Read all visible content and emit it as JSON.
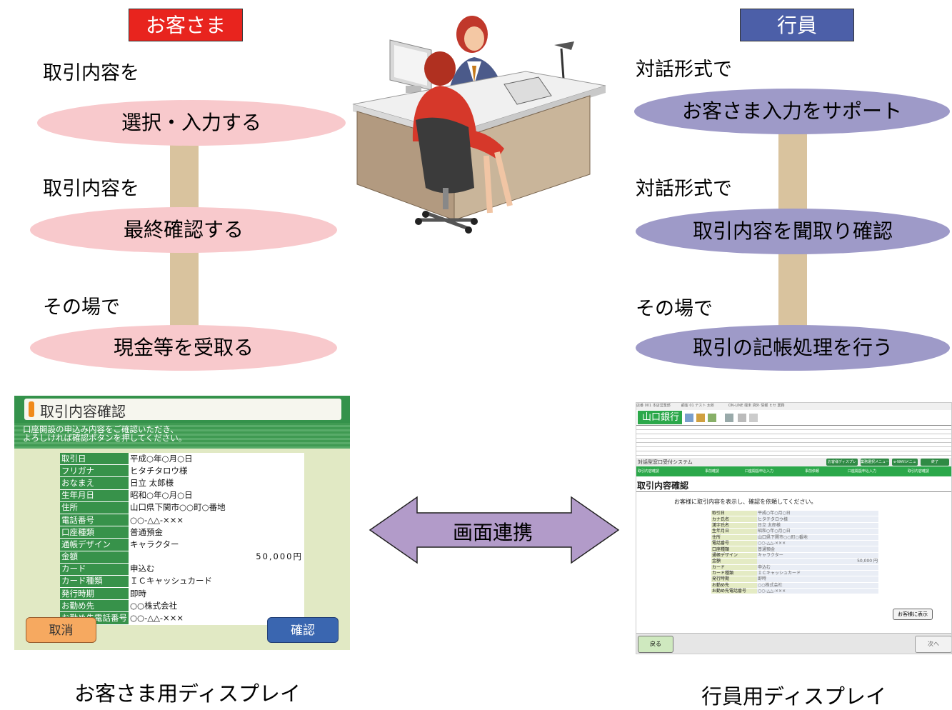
{
  "customer_col": {
    "header": "お客さま",
    "steps": [
      {
        "prefix": "取引内容を",
        "action": "選択・入力する"
      },
      {
        "prefix": "取引内容を",
        "action": "最終確認する"
      },
      {
        "prefix": "その場で",
        "action": "現金等を受取る"
      }
    ],
    "caption": "お客さま用ディスプレイ"
  },
  "staff_col": {
    "header": "行員",
    "steps": [
      {
        "prefix": "対話形式で",
        "action": "お客さま入力をサポート"
      },
      {
        "prefix": "対話形式で",
        "action": "取引内容を聞取り確認"
      },
      {
        "prefix": "その場で",
        "action": "取引の記帳処理を行う"
      }
    ],
    "caption": "行員用ディスプレイ"
  },
  "link_label": "画面連携",
  "customer_screen": {
    "title": "取引内容確認",
    "instruction_1": "口座開設の申込み内容をご確認いただき、",
    "instruction_2": "よろしければ確認ボタンを押してください。",
    "rows": [
      {
        "key": "取引日",
        "value": "平成○年○月○日"
      },
      {
        "key": "フリガナ",
        "value": "ヒタチタロウ様"
      },
      {
        "key": "おなまえ",
        "value": "日立 太郎様"
      },
      {
        "key": "生年月日",
        "value": "昭和○年○月○日"
      },
      {
        "key": "住所",
        "value": "山口県下関市○○町○番地"
      },
      {
        "key": "電話番号",
        "value": "○○-△△-×××"
      },
      {
        "key": "口座種類",
        "value": "普通預金"
      },
      {
        "key": "通帳デザイン",
        "value": "キャラクター"
      },
      {
        "key": "金額",
        "value": "50,000円"
      },
      {
        "key": "カード",
        "value": "申込む"
      },
      {
        "key": "カード種類",
        "value": "ＩＣキャッシュカード"
      },
      {
        "key": "発行時期",
        "value": "即時"
      },
      {
        "key": "お勤め先",
        "value": "○○株式会社"
      },
      {
        "key": "お勤め先電話番号",
        "value": "○○-△△-×××"
      }
    ],
    "cancel_label": "取消",
    "confirm_label": "確認"
  },
  "staff_screen": {
    "topbar": "店番 001 本店営業部　　　顧客 01 テスト 太郎　　　　ON-LINE 端末 貸外 情報 ヒセ 業務",
    "bank_name": "山口銀行",
    "system_name": "対話型窓口受付システム",
    "buttons": [
      "お客様ディスプレイ",
      "業務選択メニュー",
      "e-NAVIメニュー",
      "終了"
    ],
    "steps": [
      "取引内容確認",
      "事前確認",
      "口座開設申込入力",
      "事前依頼",
      "口座開設申込入力",
      "取引内容確認"
    ],
    "title": "取引内容確認",
    "message": "お客様に取引内容を表示し、確認を依頼してください。",
    "rows": [
      {
        "key": "取引日",
        "value": "平成○年○月○日"
      },
      {
        "key": "カナ氏名",
        "value": "ヒタチタロウ様"
      },
      {
        "key": "漢字氏名",
        "value": "日立 太郎様"
      },
      {
        "key": "生年月日",
        "value": "昭和○年○月○日"
      },
      {
        "key": "住所",
        "value": "山口県下関市○○町○番地"
      },
      {
        "key": "電話番号",
        "value": "○○-△△-×××"
      },
      {
        "key": "口座種類",
        "value": "普通預金"
      },
      {
        "key": "通帳デザイン",
        "value": "キャラクター"
      },
      {
        "key": "金額",
        "value": "50,000 円"
      },
      {
        "key": "カード",
        "value": "申込む"
      },
      {
        "key": "カード種類",
        "value": "ＩＣキャッシュカード"
      },
      {
        "key": "発行時期",
        "value": "即時"
      },
      {
        "key": "お勤め先",
        "value": "○○株式会社"
      },
      {
        "key": "お勤め先電話番号",
        "value": "○○-△△-×××"
      }
    ],
    "show_label": "お客様に表示",
    "back_label": "戻る",
    "next_label": "次へ"
  }
}
